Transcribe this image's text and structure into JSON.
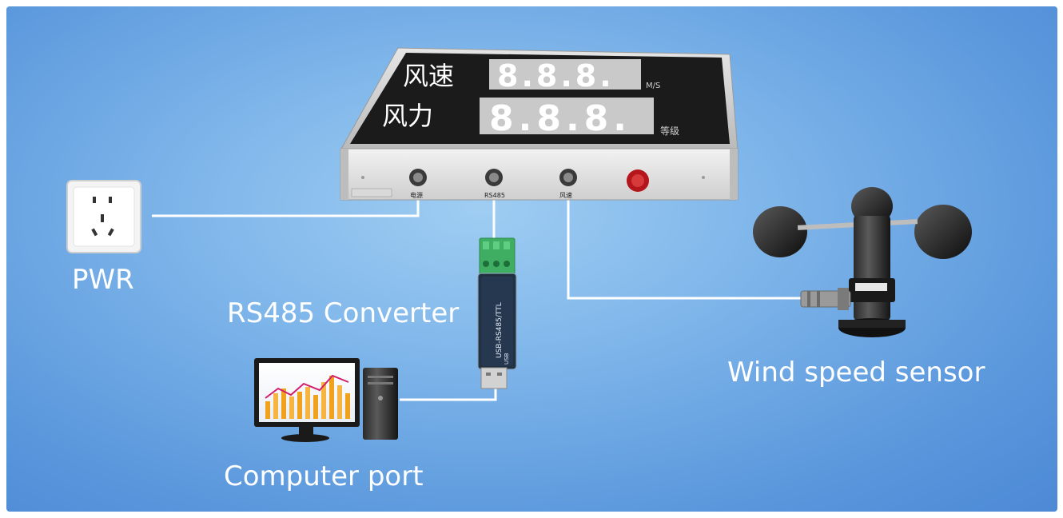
{
  "labels": {
    "pwr": "PWR",
    "rs485_converter": "RS485 Converter",
    "wind_sensor": "Wind speed sensor",
    "computer_port": "Computer port"
  },
  "display": {
    "row1_title": "风速",
    "row1_digits": "8.8.8.",
    "row1_unit": "M/S",
    "row2_title": "风力",
    "row2_digits": "8.8.8.",
    "row2_unit": "等级",
    "port1_label": "电源",
    "port2_label": "RS485",
    "port3_label": "风速"
  },
  "converter": {
    "side_text": "USB-RS485/TTL",
    "usb_text": "USB"
  },
  "colors": {
    "background": "#6ea8e6",
    "wire": "#ffffff",
    "display_panel": "#1b1b1b",
    "digit_off": "#3a3a3a",
    "terminal_green": "#3fae63"
  }
}
